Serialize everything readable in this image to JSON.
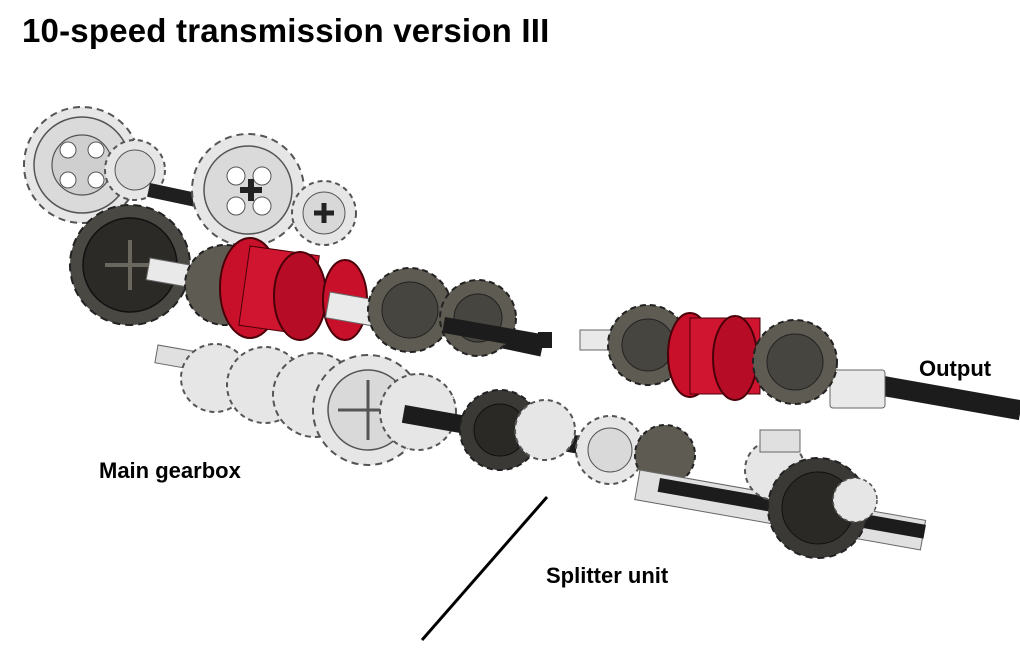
{
  "title": "10-speed transmission version III",
  "labels": {
    "main_gearbox": "Main gearbox",
    "splitter_unit": "Splitter unit",
    "output": "Output"
  },
  "colors": {
    "light_gray": "#dcdcdc",
    "dark_gray": "#5a574f",
    "black": "#1a1a1a",
    "red": "#d0102a"
  }
}
